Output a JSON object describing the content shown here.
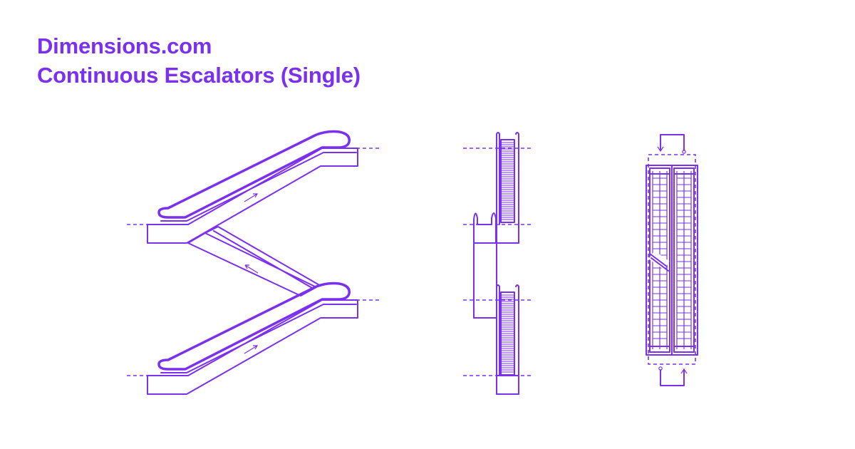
{
  "header": {
    "brand": "Dimensions.com",
    "subtitle": "Continuous Escalators (Single)"
  },
  "colors": {
    "accent": "#7b2ff0",
    "background": "#ffffff"
  },
  "views": [
    "side-elevation",
    "front-elevation",
    "plan"
  ]
}
